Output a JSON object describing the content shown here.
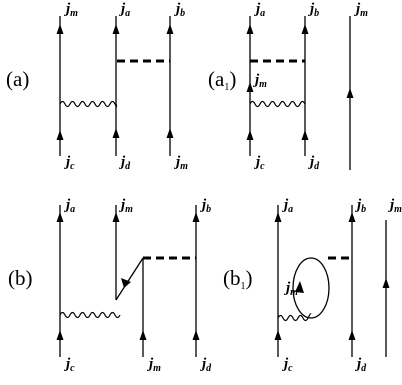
{
  "panels": {
    "a": {
      "label": "(a)",
      "lines": [
        {
          "text": "j",
          "sub": "m"
        },
        {
          "text": "j",
          "sub": "a"
        },
        {
          "text": "j",
          "sub": "b"
        },
        {
          "text": "j",
          "sub": "c"
        },
        {
          "text": "j",
          "sub": "d"
        },
        {
          "text": "j",
          "sub": "m"
        }
      ]
    },
    "a1": {
      "label_main": "(a",
      "label_sub": "1",
      "label_close": ")",
      "lines": [
        {
          "text": "j",
          "sub": "a"
        },
        {
          "text": "j",
          "sub": "b"
        },
        {
          "text": "j",
          "sub": "m"
        },
        {
          "text": "j",
          "sub": "m"
        },
        {
          "text": "j",
          "sub": "c"
        },
        {
          "text": "j",
          "sub": "d"
        }
      ]
    },
    "b": {
      "label": "(b)",
      "lines": [
        {
          "text": "j",
          "sub": "a"
        },
        {
          "text": "j",
          "sub": "m"
        },
        {
          "text": "j",
          "sub": "b"
        },
        {
          "text": "j",
          "sub": "c"
        },
        {
          "text": "j",
          "sub": "m"
        },
        {
          "text": "j",
          "sub": "d"
        }
      ]
    },
    "b1": {
      "label_main": "(b",
      "label_sub": "1",
      "label_close": ")",
      "lines": [
        {
          "text": "j",
          "sub": "a"
        },
        {
          "text": "j",
          "sub": "b"
        },
        {
          "text": "j",
          "sub": "m"
        },
        {
          "text": "j",
          "sub": "m"
        },
        {
          "text": "j",
          "sub": "c"
        },
        {
          "text": "j",
          "sub": "d"
        }
      ]
    }
  }
}
